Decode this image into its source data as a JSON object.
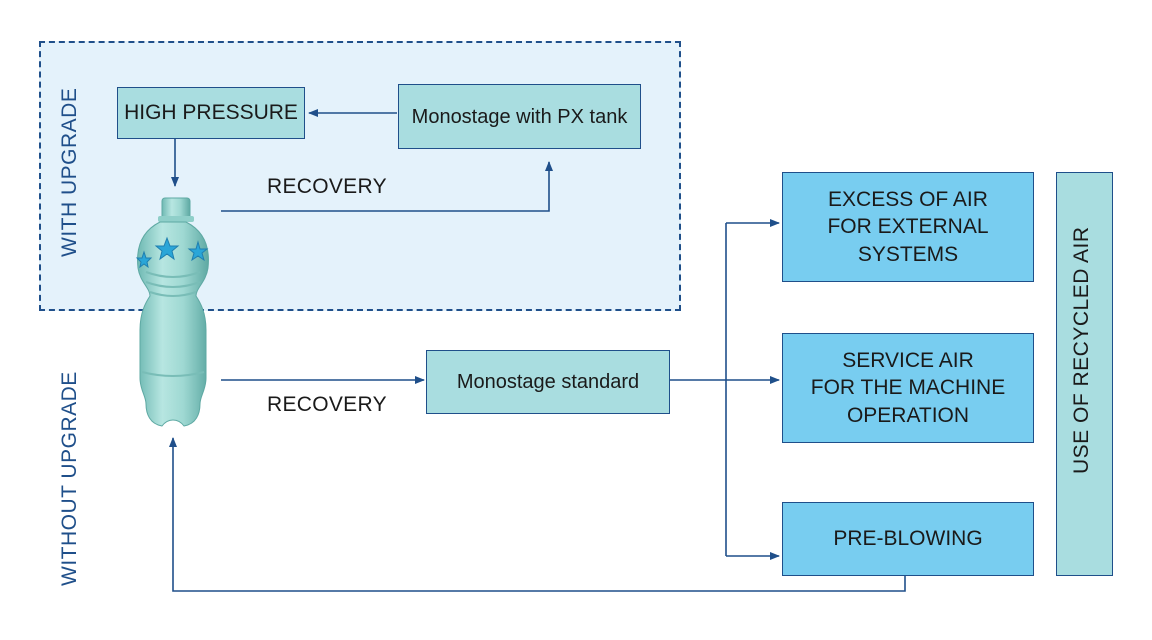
{
  "regions": {
    "with_upgrade": "WITH UPGRADE",
    "without_upgrade": "WITHOUT UPGRADE"
  },
  "nodes": {
    "high_pressure": "HIGH PRESSURE",
    "monostage_px": "Monostage with PX tank",
    "monostage_standard": "Monostage standard",
    "excess_air": "EXCESS OF AIR\nFOR EXTERNAL\nSYSTEMS",
    "service_air": "SERVICE AIR\nFOR THE MACHINE\nOPERATION",
    "pre_blowing": "PRE-BLOWING",
    "use_of_recycled_air": "USE OF RECYCLED AIR"
  },
  "edges": {
    "recovery_upgrade": "RECOVERY",
    "recovery_standard": "RECOVERY"
  },
  "colors": {
    "line": "#1f4f8a",
    "teal_box": "#a9dde0",
    "blue_box": "#78cdf0",
    "upgrade_bg": "#e4f2fb",
    "bottle": "#8fcfc9"
  }
}
